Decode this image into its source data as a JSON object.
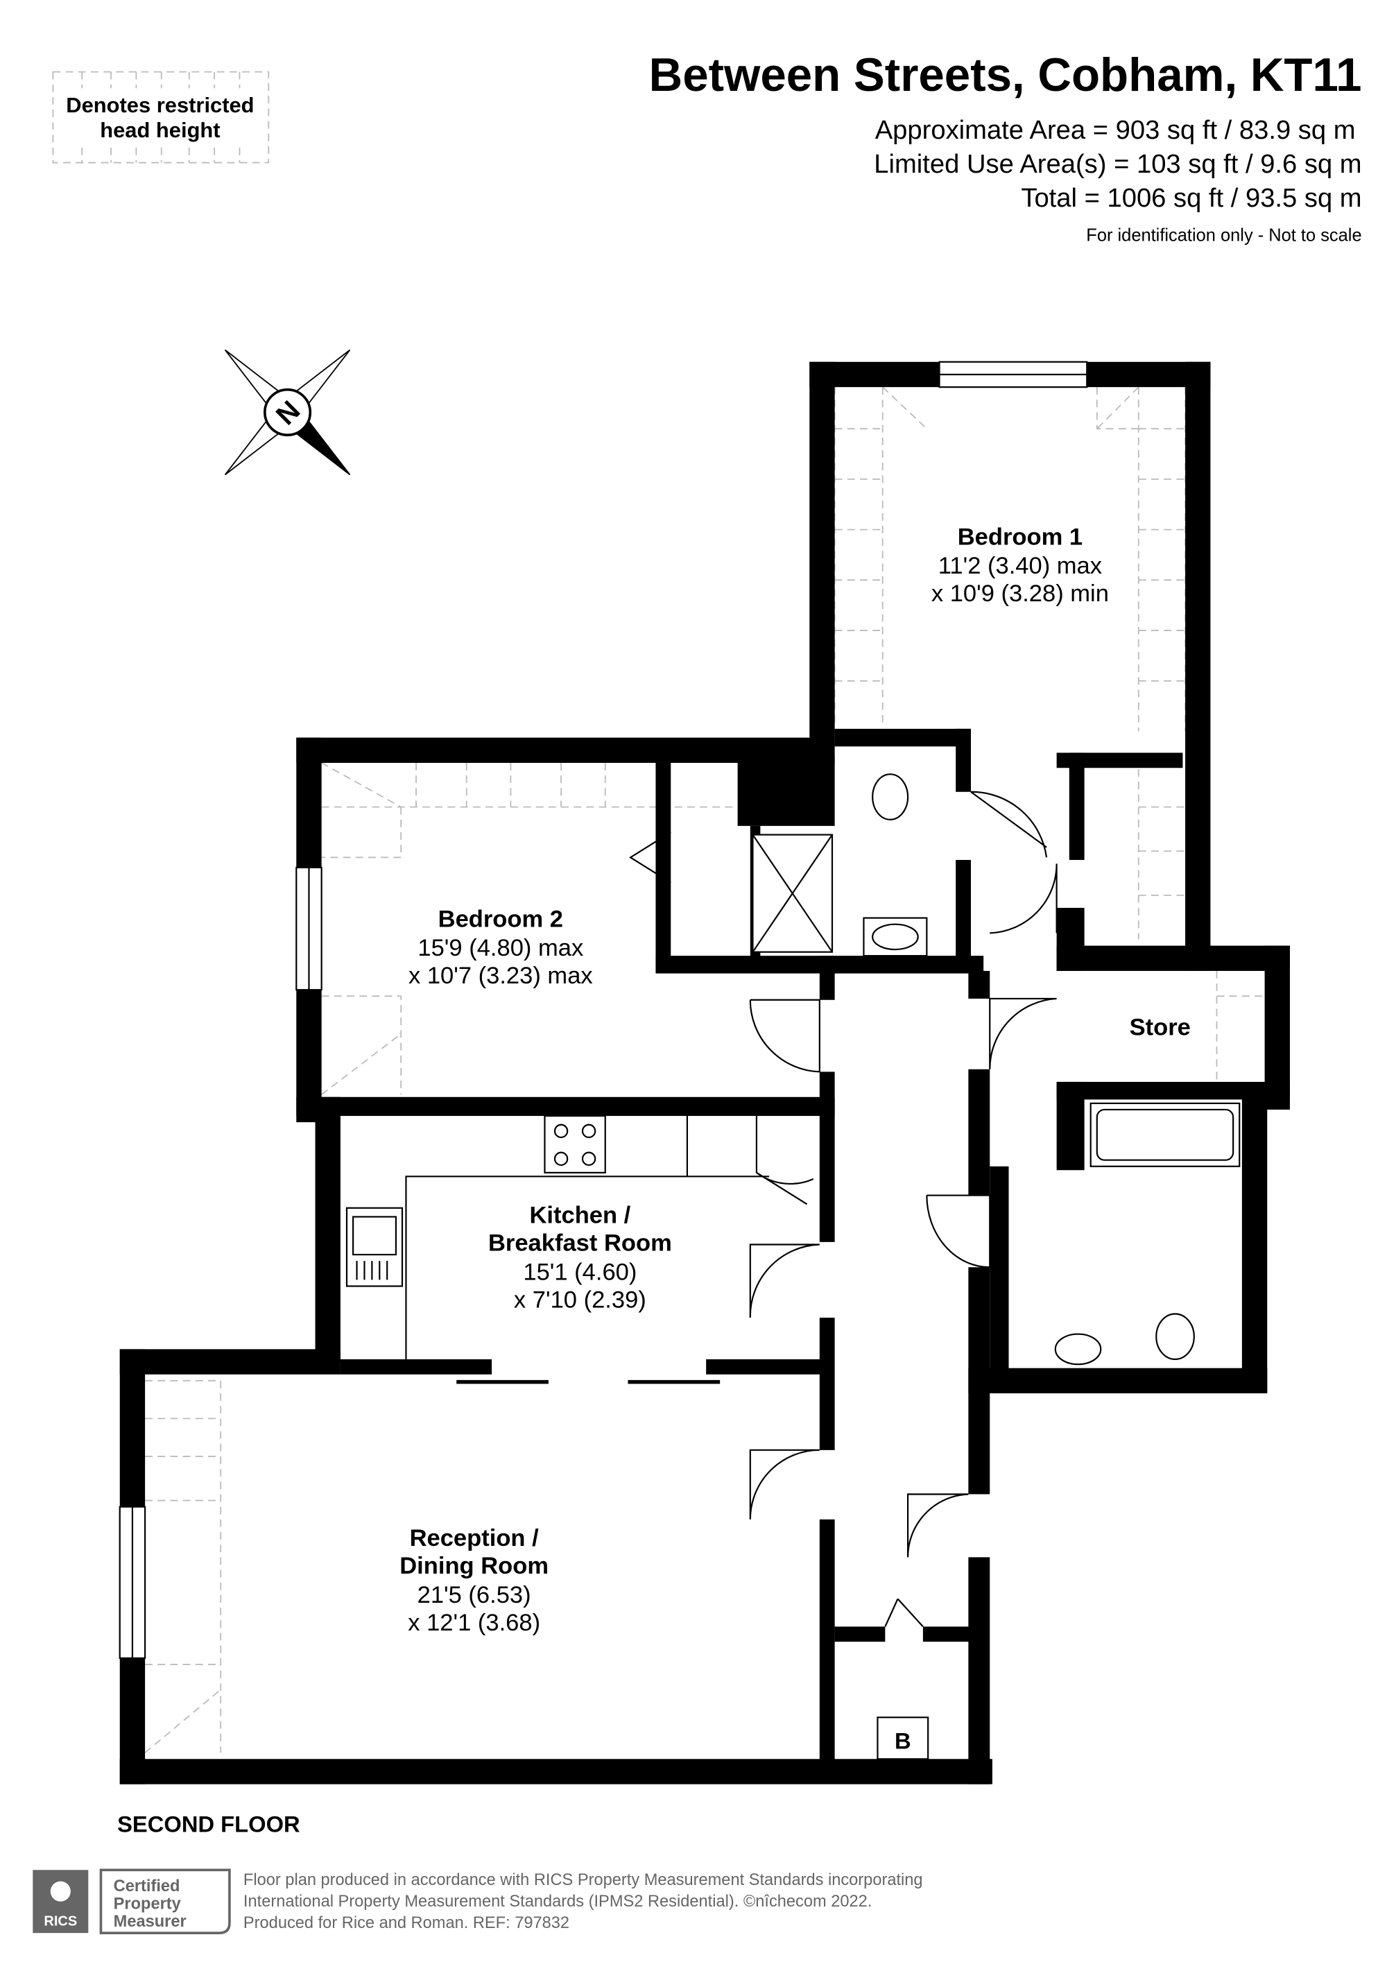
{
  "header": {
    "title": "Between Streets, Cobham, KT11",
    "approx_area": "Approximate Area = 903 sq ft / 83.9 sq m",
    "limited_use_area": "Limited Use Area(s) = 103 sq ft / 9.6 sq m",
    "total": "Total = 1006 sq ft / 93.5 sq m",
    "disclaimer": "For identification only - Not to scale"
  },
  "legend": {
    "line1": "Denotes restricted",
    "line2": "head height"
  },
  "compass": {
    "label": "N",
    "icon": "north-arrow-icon"
  },
  "rooms": {
    "bedroom1": {
      "name": "Bedroom 1",
      "dim1": "11'2 (3.40) max",
      "dim2": "x 10'9 (3.28) min"
    },
    "bedroom2": {
      "name": "Bedroom 2",
      "dim1": "15'9 (4.80) max",
      "dim2": "x 10'7 (3.23) max"
    },
    "store": {
      "name": "Store"
    },
    "kitchen": {
      "name1": "Kitchen /",
      "name2": "Breakfast Room",
      "dim1": "15'1 (4.60)",
      "dim2": "x 7'10 (2.39)"
    },
    "reception": {
      "name1": "Reception /",
      "name2": "Dining Room",
      "dim1": "21'5 (6.53)",
      "dim2": "x 12'1 (3.68)"
    },
    "boiler": {
      "label": "B"
    }
  },
  "floor_label": "SECOND FLOOR",
  "footer": {
    "badge": {
      "org": "RICS",
      "line1": "Certified",
      "line2": "Property",
      "line3": "Measurer"
    },
    "line1": "Floor plan produced in accordance with RICS Property Measurement Standards incorporating",
    "line2": "International Property Measurement Standards (IPMS2 Residential).   ©nîchecom 2022.",
    "line3": "Produced for Rice and Roman.   REF:  797832"
  },
  "colors": {
    "walls": "#000000",
    "footer_text": "#666666",
    "restricted_lines": "#bbbbbb"
  }
}
